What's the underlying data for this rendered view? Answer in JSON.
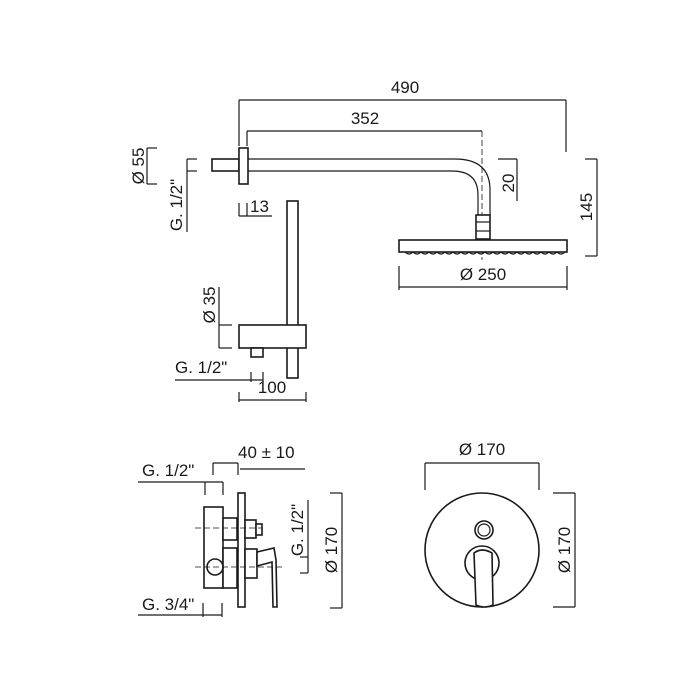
{
  "shower_arm_view": {
    "dim_total_length": "490",
    "dim_arm_length": "352",
    "dim_flange_diameter": "Ø 55",
    "dim_inlet_thread": "G. 1/2\"",
    "dim_flange_depth": "13",
    "dim_drop": "20",
    "dim_height": "145",
    "dim_head_diameter": "Ø 250"
  },
  "hand_shower_view": {
    "dim_outlet_diameter": "Ø 35",
    "dim_outlet_thread": "G. 1/2\"",
    "dim_projection": "100"
  },
  "valve_side_view": {
    "dim_depth": "40 ± 10",
    "dim_top_thread": "G. 1/2\"",
    "dim_side_thread": "G. 1/2\"",
    "dim_plate_diameter": "Ø 170",
    "dim_bottom_thread": "G. 3/4\""
  },
  "valve_front_view": {
    "dim_width": "Ø 170",
    "dim_height": "Ø 170"
  }
}
